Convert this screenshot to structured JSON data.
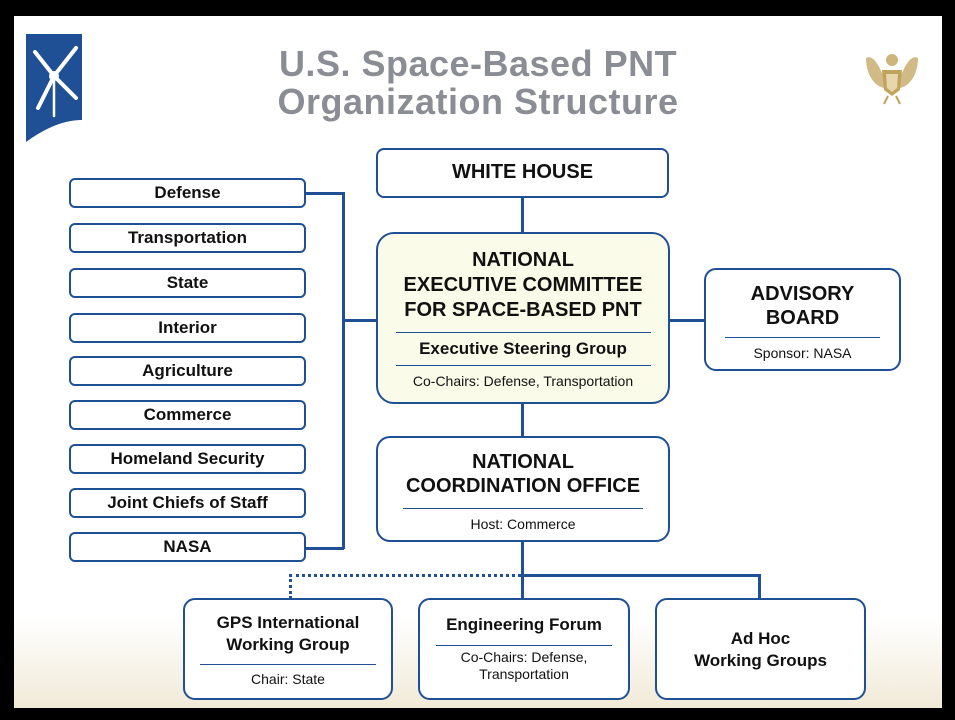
{
  "title": {
    "line1": "U.S. Space-Based PNT",
    "line2": "Organization Structure"
  },
  "white_house": "WHITE HOUSE",
  "excom": {
    "title": [
      "NATIONAL",
      "EXECUTIVE COMMITTEE",
      "FOR SPACE-BASED PNT"
    ],
    "steering_group": "Executive Steering Group",
    "cochairs": "Co-Chairs: Defense, Transportation"
  },
  "advisory_board": {
    "title": [
      "ADVISORY",
      "BOARD"
    ],
    "sponsor": "Sponsor: NASA"
  },
  "nco": {
    "title": [
      "NATIONAL",
      "COORDINATION OFFICE"
    ],
    "host": "Host: Commerce"
  },
  "agencies": [
    "Defense",
    "Transportation",
    "State",
    "Interior",
    "Agriculture",
    "Commerce",
    "Homeland Security",
    "Joint Chiefs of Staff",
    "NASA"
  ],
  "working_groups": [
    {
      "title": [
        "GPS International",
        "Working Group"
      ],
      "sub": [
        "Chair: State"
      ]
    },
    {
      "title": [
        "Engineering Forum"
      ],
      "sub": [
        "Co-Chairs: Defense,",
        "Transportation"
      ]
    },
    {
      "title": [
        "Ad Hoc",
        "Working Groups"
      ],
      "sub": []
    }
  ],
  "colors": {
    "box_border": "#1f4f94",
    "excom_fill": "#fbfbea",
    "title_text": "#8a8d93",
    "logo_blue": "#1f4f94",
    "seal_gold": "#c2a35c"
  },
  "icons": {
    "logo": "pnt-star-logo",
    "seal": "us-eagle-seal"
  }
}
